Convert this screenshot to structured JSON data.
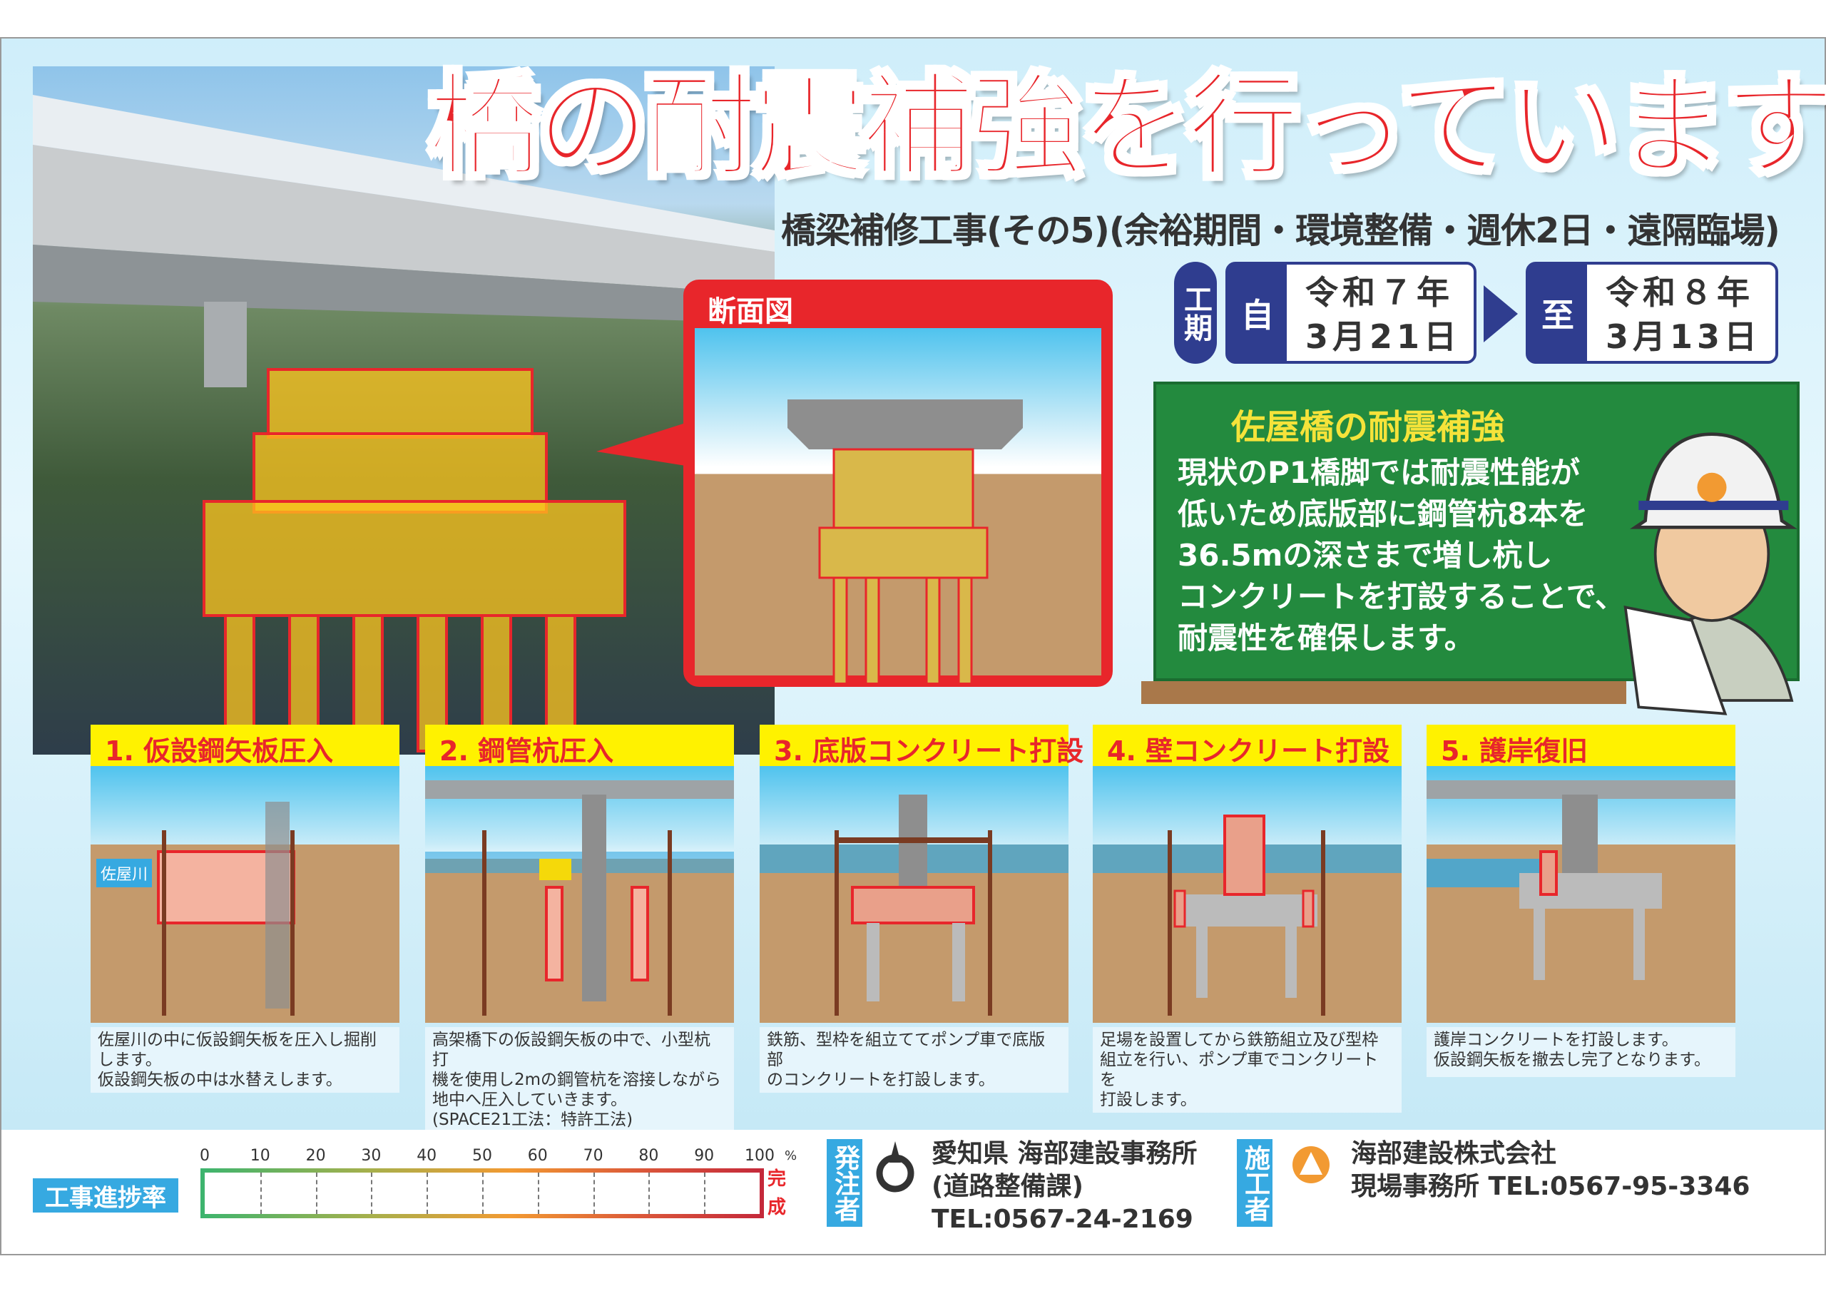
{
  "title": "橋の耐震補強を行っています!",
  "subtitle": "橋梁補修工事(その5)(余裕期間・環境整備・週休2日・遠隔臨場)",
  "period": {
    "label": "工期",
    "from_label": "自",
    "from_line1": "令和７年",
    "from_line2": "3月21日",
    "to_label": "至",
    "to_line1": "令和８年",
    "to_line2": "3月13日"
  },
  "section": {
    "title": "断面図"
  },
  "board": {
    "title": "佐屋橋の耐震補強",
    "lines": [
      "現状のP1橋脚では耐震性能が",
      "低いため底版部に鋼管杭8本を",
      "36.5mの深さまで増し杭し",
      "コンクリートを打設することで、",
      "耐震性を確保します。"
    ]
  },
  "steps": [
    {
      "title": "1. 仮設鋼矢板圧入",
      "river_label": "佐屋川",
      "text": [
        "佐屋川の中に仮設鋼矢板を圧入し掘削",
        "します。",
        "仮設鋼矢板の中は水替えします。"
      ]
    },
    {
      "title": "2. 鋼管杭圧入",
      "text": [
        "高架橋下の仮設鋼矢板の中で、小型杭打",
        "機を使用し2mの鋼管杭を溶接しながら",
        "地中へ圧入していきます。",
        "(SPACE21工法：特許工法)"
      ]
    },
    {
      "title": "3. 底版コンクリート打設",
      "text": [
        "鉄筋、型枠を組立ててポンプ車で底版部",
        "のコンクリートを打設します。"
      ]
    },
    {
      "title": "4. 壁コンクリート打設",
      "text": [
        "足場を設置してから鉄筋組立及び型枠",
        "組立を行い、ポンプ車でコンクリートを",
        "打設します。"
      ]
    },
    {
      "title": "5. 護岸復旧",
      "text": [
        "護岸コンクリートを打設します。",
        "仮設鋼矢板を撤去し完了となります。"
      ]
    }
  ],
  "progress": {
    "label": "工事進捗率",
    "value_percent": 0,
    "ticks": [
      "0",
      "10",
      "20",
      "30",
      "40",
      "50",
      "60",
      "70",
      "80",
      "90",
      "100"
    ],
    "unit": "%",
    "end_label": [
      "完",
      "成"
    ]
  },
  "orderer": {
    "label": "発注者",
    "lines": [
      "愛知県 海部建設事務所",
      "(道路整備課)",
      "TEL:0567-24-2169"
    ]
  },
  "contractor": {
    "label": "施工者",
    "lines": [
      "海部建設株式会社",
      "現場事務所 TEL:0567-95-3346"
    ]
  },
  "colors": {
    "title_red": "#e8262b",
    "navy": "#2f3d8f",
    "board_green": "#238a3e",
    "step_header": "#fff200",
    "label_blue": "#36a9e1"
  }
}
